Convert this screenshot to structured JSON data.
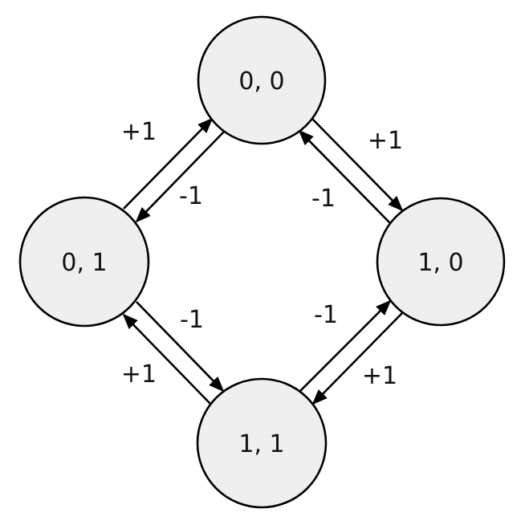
{
  "diagram": {
    "type": "state-transition-diagram",
    "background": "#ffffff",
    "node_fill": "#f4f4f4",
    "node_stipple_dot": "#d9d9d9",
    "stroke_color": "#000000",
    "text_color": "#111111",
    "nodes": [
      {
        "id": "top",
        "label": "0, 0"
      },
      {
        "id": "left",
        "label": "0, 1"
      },
      {
        "id": "right",
        "label": "1, 0"
      },
      {
        "id": "bottom",
        "label": "1, 1"
      }
    ],
    "edges": [
      {
        "from": "0, 1",
        "to": "0, 0",
        "label": "+1"
      },
      {
        "from": "0, 0",
        "to": "0, 1",
        "label": "-1"
      },
      {
        "from": "0, 0",
        "to": "1, 0",
        "label": "+1"
      },
      {
        "from": "1, 0",
        "to": "0, 0",
        "label": "-1"
      },
      {
        "from": "0, 1",
        "to": "1, 1",
        "label": "-1"
      },
      {
        "from": "1, 1",
        "to": "0, 1",
        "label": "+1"
      },
      {
        "from": "1, 1",
        "to": "1, 0",
        "label": "-1"
      },
      {
        "from": "1, 0",
        "to": "1, 1",
        "label": "+1"
      }
    ]
  }
}
